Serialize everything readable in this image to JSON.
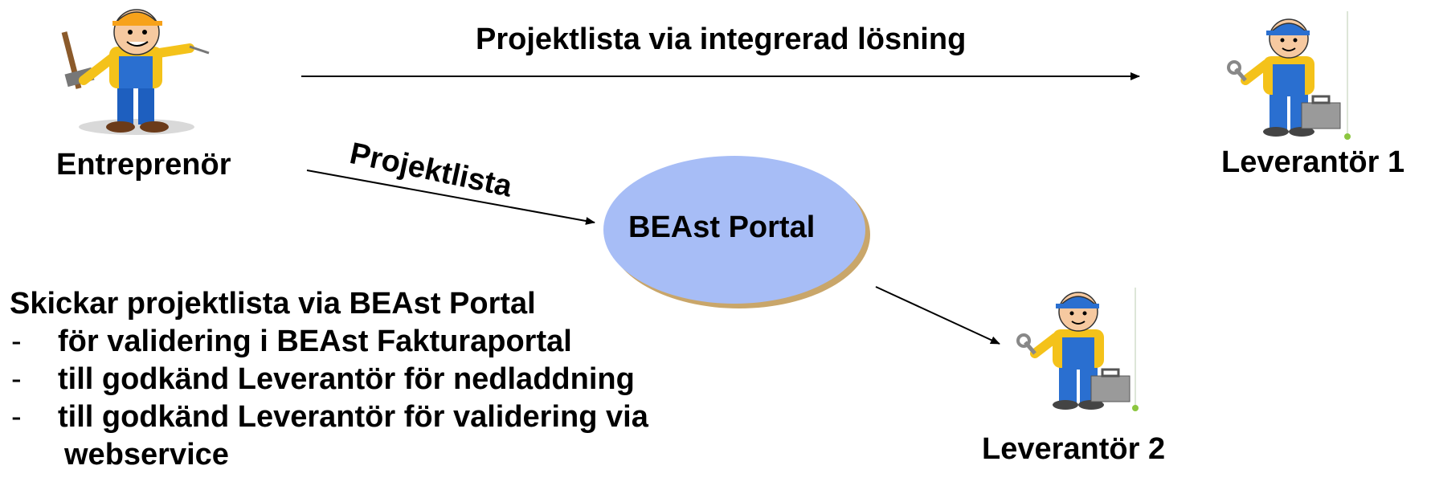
{
  "nodes": {
    "entrepreneur": {
      "label": "Entreprenör",
      "icon": "construction-worker-hammer-icon"
    },
    "supplier1": {
      "label": "Leverantör 1",
      "icon": "mechanic-wrench-toolbox-icon"
    },
    "supplier2": {
      "label": "Leverantör 2",
      "icon": "mechanic-wrench-toolbox-icon"
    },
    "portal": {
      "label": "BEAst Portal",
      "fill": "#a7bdf6",
      "shadow": "#c9a66a"
    }
  },
  "edges": {
    "top": {
      "label": "Projektlista via integrerad lösning"
    },
    "diagonal": {
      "label": "Projektlista"
    }
  },
  "notes": {
    "heading": "Skickar projektlista via BEAst Portal",
    "items": [
      {
        "dash": "-",
        "text": "för validering i BEAst Fakturaportal"
      },
      {
        "dash": "-",
        "text": "till godkänd Leverantör för nedladdning"
      },
      {
        "dash": "-",
        "text": "till godkänd Leverantör för validering via",
        "cont": "webservice"
      }
    ]
  }
}
